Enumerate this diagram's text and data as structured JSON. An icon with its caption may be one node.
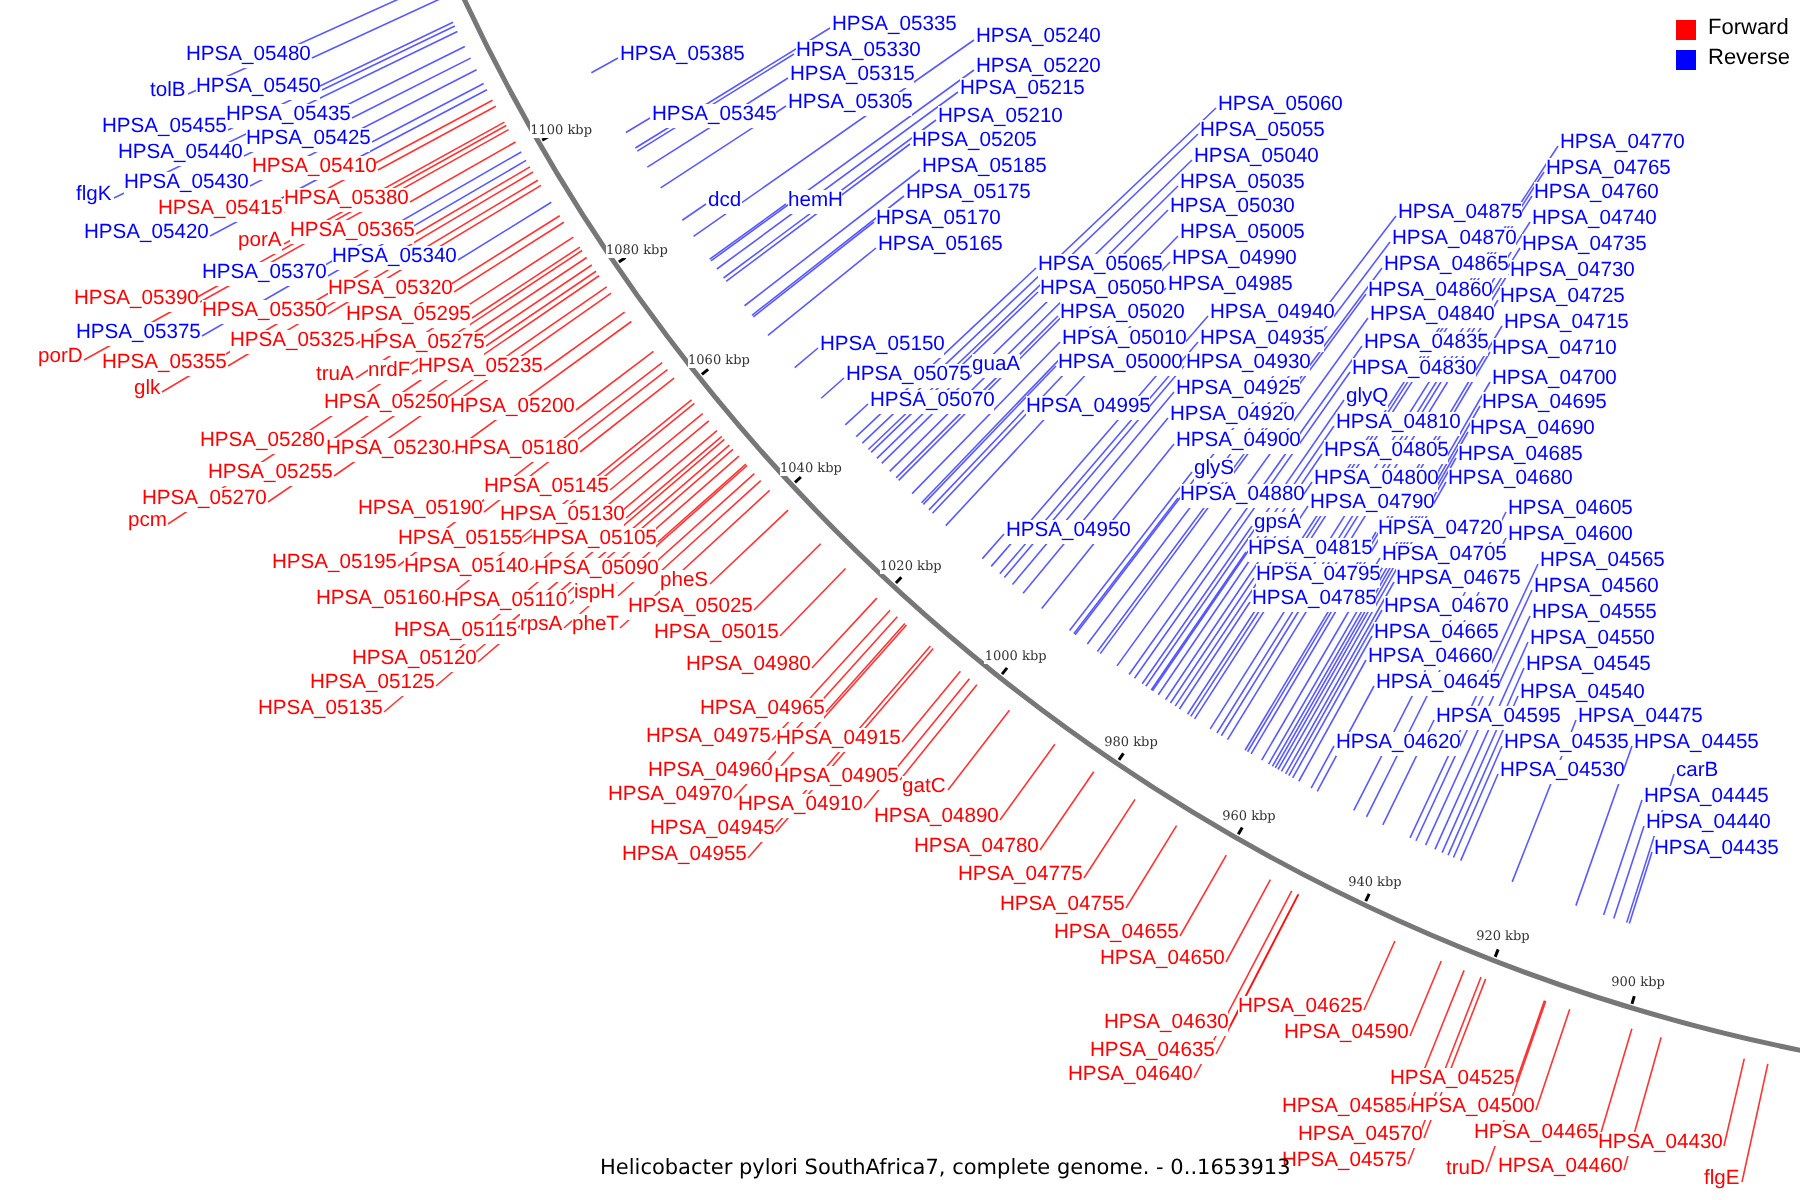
{
  "diagram": {
    "caption": "Helicobacter pylori SouthAfrica7, complete genome. - 0..1653913",
    "nodes": [
      {
        "text": [
          "HPSA_05480"
        ]
      },
      {
        "text": [
          "tolB"
        ]
      },
      {
        "text": [
          "HPSA_05450"
        ]
      },
      {
        "text": [
          "HPSA_05435"
        ]
      },
      {
        "text": [
          "HPSA_05455"
        ]
      },
      {
        "text": [
          "HPSA_05425"
        ]
      },
      {
        "text": [
          "HPSA_05440"
        ]
      },
      {
        "text": [
          "HPSA_05430"
        ]
      },
      {
        "text": [
          "flgK"
        ]
      },
      {
        "text": [
          "HPSA_05420"
        ]
      },
      {
        "text": [
          "HPSA_05370"
        ]
      },
      {
        "text": [
          "HPSA_05340"
        ]
      },
      {
        "text": [
          "HPSA_05375"
        ]
      },
      {
        "text": [
          "HPSA_05410"
        ]
      },
      {
        "text": [
          "HPSA_05415"
        ]
      },
      {
        "text": [
          "HPSA_05380"
        ]
      },
      {
        "text": [
          "porA"
        ]
      },
      {
        "text": [
          "HPSA_05365"
        ]
      },
      {
        "text": [
          "HPSA_05390"
        ]
      },
      {
        "text": [
          "HPSA_05320"
        ]
      },
      {
        "text": [
          "HPSA_05350"
        ]
      },
      {
        "text": [
          "HPSA_05295"
        ]
      },
      {
        "text": [
          "porD"
        ]
      },
      {
        "text": [
          "HPSA_05325"
        ]
      },
      {
        "text": [
          "HPSA_05275"
        ]
      },
      {
        "text": [
          "HPSA_05355"
        ]
      },
      {
        "text": [
          "truA"
        ]
      },
      {
        "text": [
          "nrdF"
        ]
      },
      {
        "text": [
          "HPSA_05235"
        ]
      },
      {
        "text": [
          "glk"
        ]
      },
      {
        "text": [
          "HPSA_05250"
        ]
      },
      {
        "text": [
          "HPSA_05200"
        ]
      },
      {
        "text": [
          "HPSA_05280"
        ]
      },
      {
        "text": [
          "HPSA_05230"
        ]
      },
      {
        "text": [
          "HPSA_05180"
        ]
      },
      {
        "text": [
          "HPSA_05255"
        ]
      },
      {
        "text": [
          "HPSA_05270"
        ]
      },
      {
        "text": [
          "pcm"
        ]
      },
      {
        "text": [
          "HPSA_05145"
        ]
      },
      {
        "text": [
          "HPSA_05190"
        ]
      },
      {
        "text": [
          "HPSA_05130"
        ]
      },
      {
        "text": [
          "HPSA_05155"
        ]
      },
      {
        "text": [
          "HPSA_05105"
        ]
      },
      {
        "text": [
          "HPSA_05195"
        ]
      },
      {
        "text": [
          "HPSA_05140"
        ]
      },
      {
        "text": [
          "HPSA_05090"
        ]
      },
      {
        "text": [
          "ispH"
        ]
      },
      {
        "text": [
          "HPSA_05160"
        ]
      },
      {
        "text": [
          "HPSA_05110"
        ]
      },
      {
        "text": [
          "pheS"
        ]
      },
      {
        "text": [
          "HPSA_05025"
        ]
      },
      {
        "text": [
          "HPSA_05115"
        ]
      },
      {
        "text": [
          "rpsA"
        ]
      },
      {
        "text": [
          "pheT"
        ]
      },
      {
        "text": [
          "HPSA_05015"
        ]
      },
      {
        "text": [
          "HPSA_05120"
        ]
      },
      {
        "text": [
          "HPSA_05125"
        ]
      },
      {
        "text": [
          "HPSA_05135"
        ]
      },
      {
        "text": [
          "HPSA_04980"
        ]
      },
      {
        "text": [
          "HPSA_04965"
        ]
      },
      {
        "text": [
          "HPSA_04975"
        ]
      },
      {
        "text": [
          "HPSA_04915"
        ]
      },
      {
        "text": [
          "HPSA_04960"
        ]
      },
      {
        "text": [
          "HPSA_04905"
        ]
      },
      {
        "text": [
          "HPSA_04970"
        ]
      },
      {
        "text": [
          "HPSA_04910"
        ]
      },
      {
        "text": [
          "HPSA_04945"
        ]
      },
      {
        "text": [
          "gatC"
        ]
      },
      {
        "text": [
          "HPSA_04890"
        ]
      },
      {
        "text": [
          "HPSA_04955"
        ]
      },
      {
        "text": [
          "HPSA_04780"
        ]
      },
      {
        "text": [
          "HPSA_04775"
        ]
      },
      {
        "text": [
          "HPSA_04755"
        ]
      },
      {
        "text": [
          "HPSA_04655"
        ]
      },
      {
        "text": [
          "HPSA_04650"
        ]
      },
      {
        "text": [
          "HPSA_04625"
        ]
      },
      {
        "text": [
          "HPSA_04590"
        ]
      },
      {
        "text": [
          "HPSA_04630"
        ]
      },
      {
        "text": [
          "HPSA_04635"
        ]
      },
      {
        "text": [
          "HPSA_04640"
        ]
      },
      {
        "text": [
          "HPSA_04525"
        ]
      },
      {
        "text": [
          "HPSA_04585"
        ]
      },
      {
        "text": [
          "HPSA_04500"
        ]
      },
      {
        "text": [
          "HPSA_04570"
        ]
      },
      {
        "text": [
          "HPSA_04465"
        ]
      },
      {
        "text": [
          "HPSA_04575"
        ]
      },
      {
        "text": [
          "truD"
        ]
      },
      {
        "text": [
          "HPSA_04460"
        ]
      },
      {
        "text": [
          "HPSA_04430"
        ]
      },
      {
        "text": [
          "flgE"
        ]
      },
      {
        "text": [
          "HPSA_05385"
        ]
      },
      {
        "text": [
          "HPSA_05335"
        ]
      },
      {
        "text": [
          "HPSA_05330"
        ]
      },
      {
        "text": [
          "HPSA_05315"
        ]
      },
      {
        "text": [
          "HPSA_05305"
        ]
      },
      {
        "text": [
          "HPSA_05345"
        ]
      },
      {
        "text": [
          "HPSA_05240"
        ]
      },
      {
        "text": [
          "HPSA_05220"
        ]
      },
      {
        "text": [
          "HPSA_05215"
        ]
      },
      {
        "text": [
          "HPSA_05210"
        ]
      },
      {
        "text": [
          "HPSA_05205"
        ]
      },
      {
        "text": [
          "HPSA_05185"
        ]
      },
      {
        "text": [
          "HPSA_05175"
        ]
      },
      {
        "text": [
          "HPSA_05170"
        ]
      },
      {
        "text": [
          "HPSA_05165"
        ]
      },
      {
        "text": [
          "dcd"
        ]
      },
      {
        "text": [
          "hemH"
        ]
      },
      {
        "text": [
          "HPSA_05150"
        ]
      },
      {
        "text": [
          "HPSA_05075"
        ]
      },
      {
        "text": [
          "guaA"
        ]
      },
      {
        "text": [
          "HPSA_05070"
        ]
      },
      {
        "text": [
          "HPSA_05065"
        ]
      },
      {
        "text": [
          "HPSA_05050"
        ]
      },
      {
        "text": [
          "HPSA_05020"
        ]
      },
      {
        "text": [
          "HPSA_05010"
        ]
      },
      {
        "text": [
          "HPSA_05000"
        ]
      },
      {
        "text": [
          "HPSA_04995"
        ]
      },
      {
        "text": [
          "HPSA_04950"
        ]
      },
      {
        "text": [
          "HPSA_05060"
        ]
      },
      {
        "text": [
          "HPSA_05055"
        ]
      },
      {
        "text": [
          "HPSA_05040"
        ]
      },
      {
        "text": [
          "HPSA_05035"
        ]
      },
      {
        "text": [
          "HPSA_05030"
        ]
      },
      {
        "text": [
          "HPSA_05005"
        ]
      },
      {
        "text": [
          "HPSA_04990"
        ]
      },
      {
        "text": [
          "HPSA_04985"
        ]
      },
      {
        "text": [
          "HPSA_04940"
        ]
      },
      {
        "text": [
          "HPSA_04935"
        ]
      },
      {
        "text": [
          "HPSA_04930"
        ]
      },
      {
        "text": [
          "HPSA_04925"
        ]
      },
      {
        "text": [
          "HPSA_04920"
        ]
      },
      {
        "text": [
          "HPSA_04900"
        ]
      },
      {
        "text": [
          "glyS"
        ]
      },
      {
        "text": [
          "HPSA_04880"
        ]
      },
      {
        "text": [
          "gpsA"
        ]
      },
      {
        "text": [
          "HPSA_04815"
        ]
      },
      {
        "text": [
          "HPSA_04795"
        ]
      },
      {
        "text": [
          "HPSA_04785"
        ]
      },
      {
        "text": [
          "HPSA_04875"
        ]
      },
      {
        "text": [
          "HPSA_04870"
        ]
      },
      {
        "text": [
          "HPSA_04865"
        ]
      },
      {
        "text": [
          "HPSA_04860"
        ]
      },
      {
        "text": [
          "HPSA_04840"
        ]
      },
      {
        "text": [
          "HPSA_04835"
        ]
      },
      {
        "text": [
          "HPSA_04830"
        ]
      },
      {
        "text": [
          "glyQ"
        ]
      },
      {
        "text": [
          "HPSA_04810"
        ]
      },
      {
        "text": [
          "HPSA_04805"
        ]
      },
      {
        "text": [
          "HPSA_04800"
        ]
      },
      {
        "text": [
          "HPSA_04790"
        ]
      },
      {
        "text": [
          "HPSA_04720"
        ]
      },
      {
        "text": [
          "HPSA_04705"
        ]
      },
      {
        "text": [
          "HPSA_04675"
        ]
      },
      {
        "text": [
          "HPSA_04670"
        ]
      },
      {
        "text": [
          "HPSA_04665"
        ]
      },
      {
        "text": [
          "HPSA_04660"
        ]
      },
      {
        "text": [
          "HPSA_04645"
        ]
      },
      {
        "text": [
          "HPSA_04770"
        ]
      },
      {
        "text": [
          "HPSA_04765"
        ]
      },
      {
        "text": [
          "HPSA_04760"
        ]
      },
      {
        "text": [
          "HPSA_04740"
        ]
      },
      {
        "text": [
          "HPSA_04735"
        ]
      },
      {
        "text": [
          "HPSA_04730"
        ]
      },
      {
        "text": [
          "HPSA_04725"
        ]
      },
      {
        "text": [
          "HPSA_04715"
        ]
      },
      {
        "text": [
          "HPSA_04710"
        ]
      },
      {
        "text": [
          "HPSA_04700"
        ]
      },
      {
        "text": [
          "HPSA_04695"
        ]
      },
      {
        "text": [
          "HPSA_04690"
        ]
      },
      {
        "text": [
          "HPSA_04685"
        ]
      },
      {
        "text": [
          "HPSA_04680"
        ]
      },
      {
        "text": [
          "HPSA_04605"
        ]
      },
      {
        "text": [
          "HPSA_04600"
        ]
      },
      {
        "text": [
          "HPSA_04565"
        ]
      },
      {
        "text": [
          "HPSA_04560"
        ]
      },
      {
        "text": [
          "HPSA_04555"
        ]
      },
      {
        "text": [
          "HPSA_04550"
        ]
      },
      {
        "text": [
          "HPSA_04545"
        ]
      },
      {
        "text": [
          "HPSA_04540"
        ]
      },
      {
        "text": [
          "HPSA_04595"
        ]
      },
      {
        "text": [
          "HPSA_04475"
        ]
      },
      {
        "text": [
          "HPSA_04535"
        ]
      },
      {
        "text": [
          "HPSA_04455"
        ]
      },
      {
        "text": [
          "HPSA_04530"
        ]
      },
      {
        "text": [
          "carB"
        ]
      },
      {
        "text": [
          "HPSA_04445"
        ]
      },
      {
        "text": [
          "HPSA_04440"
        ]
      },
      {
        "text": [
          "HPSA_04435"
        ]
      },
      {
        "text": [
          "HPSA_04620"
        ]
      }
    ],
    "edges": [
      {
        "from": 0,
        "to": null,
        "arrow": "none"
      },
      {
        "from": 1,
        "to": null,
        "arrow": "none"
      },
      {
        "from": 2,
        "to": null,
        "arrow": "none"
      },
      {
        "from": 3,
        "to": null,
        "arrow": "none"
      },
      {
        "from": 4,
        "to": null,
        "arrow": "none"
      },
      {
        "from": 5,
        "to": null,
        "arrow": "none"
      },
      {
        "from": 6,
        "to": null,
        "arrow": "none"
      },
      {
        "from": 7,
        "to": null,
        "arrow": "none"
      },
      {
        "from": 8,
        "to": null,
        "arrow": "none"
      },
      {
        "from": 9,
        "to": null,
        "arrow": "none"
      },
      {
        "from": 10,
        "to": null,
        "arrow": "none"
      },
      {
        "from": 11,
        "to": null,
        "arrow": "none"
      },
      {
        "from": 12,
        "to": null,
        "arrow": "none"
      },
      {
        "from": 13,
        "to": null,
        "arrow": "none",
        "color": "#ff0000"
      },
      {
        "from": 14,
        "to": null,
        "arrow": "none",
        "color": "#ff0000"
      },
      {
        "from": 15,
        "to": null,
        "arrow": "none",
        "color": "#ff0000"
      },
      {
        "from": 16,
        "to": null,
        "arrow": "none",
        "color": "#ff0000"
      },
      {
        "from": 17,
        "to": null,
        "arrow": "none",
        "color": "#ff0000"
      },
      {
        "from": 18,
        "to": null,
        "arrow": "none",
        "color": "#ff0000"
      },
      {
        "from": 19,
        "to": null,
        "arrow": "none",
        "color": "#ff0000"
      },
      {
        "from": 20,
        "to": null,
        "arrow": "none",
        "color": "#ff0000"
      },
      {
        "from": 21,
        "to": null,
        "arrow": "none",
        "color": "#ff0000"
      },
      {
        "from": 22,
        "to": null,
        "arrow": "none",
        "color": "#ff0000"
      },
      {
        "from": 23,
        "to": null,
        "arrow": "none",
        "color": "#ff0000"
      },
      {
        "from": 24,
        "to": null,
        "arrow": "none",
        "color": "#ff0000"
      },
      {
        "from": 25,
        "to": null,
        "arrow": "none",
        "color": "#ff0000"
      },
      {
        "from": 26,
        "to": null,
        "arrow": "none",
        "color": "#ff0000"
      },
      {
        "from": 27,
        "to": null,
        "arrow": "none",
        "color": "#ff0000"
      },
      {
        "from": 28,
        "to": null,
        "arrow": "none",
        "color": "#ff0000"
      },
      {
        "from": 29,
        "to": null,
        "arrow": "none",
        "color": "#ff0000"
      },
      {
        "from": 30,
        "to": null,
        "arrow": "none",
        "color": "#ff0000"
      },
      {
        "from": 31,
        "to": null,
        "arrow": "none",
        "color": "#ff0000"
      },
      {
        "from": 32,
        "to": null,
        "arrow": "none",
        "color": "#ff0000"
      },
      {
        "from": 33,
        "to": null,
        "arrow": "none",
        "color": "#ff0000"
      },
      {
        "from": 34,
        "to": null,
        "arrow": "none",
        "color": "#ff0000"
      },
      {
        "from": 35,
        "to": null,
        "arrow": "none",
        "color": "#ff0000"
      },
      {
        "from": 36,
        "to": null,
        "arrow": "none",
        "color": "#ff0000"
      },
      {
        "from": 37,
        "to": null,
        "arrow": "none",
        "color": "#ff0000"
      },
      {
        "from": 38,
        "to": null,
        "arrow": "none",
        "color": "#ff0000"
      },
      {
        "from": 39,
        "to": null,
        "arrow": "none",
        "color": "#ff0000"
      },
      {
        "from": 40,
        "to": null,
        "arrow": "none",
        "color": "#ff0000"
      },
      {
        "from": 41,
        "to": null,
        "arrow": "none",
        "color": "#ff0000"
      },
      {
        "from": 42,
        "to": null,
        "arrow": "none",
        "color": "#ff0000"
      },
      {
        "from": 43,
        "to": null,
        "arrow": "none",
        "color": "#ff0000"
      },
      {
        "from": 44,
        "to": null,
        "arrow": "none",
        "color": "#ff0000"
      },
      {
        "from": 45,
        "to": null,
        "arrow": "none",
        "color": "#ff0000"
      },
      {
        "from": 46,
        "to": null,
        "arrow": "none",
        "color": "#ff0000"
      },
      {
        "from": 47,
        "to": null,
        "arrow": "none",
        "color": "#ff0000"
      },
      {
        "from": 48,
        "to": null,
        "arrow": "none",
        "color": "#ff0000"
      },
      {
        "from": 49,
        "to": null,
        "arrow": "none",
        "color": "#ff0000"
      },
      {
        "from": 50,
        "to": null,
        "arrow": "none",
        "color": "#ff0000"
      },
      {
        "from": 51,
        "to": null,
        "arrow": "none",
        "color": "#ff0000"
      },
      {
        "from": 52,
        "to": null,
        "arrow": "none",
        "color": "#ff0000"
      },
      {
        "from": 53,
        "to": null,
        "arrow": "none",
        "color": "#ff0000"
      },
      {
        "from": 54,
        "to": null,
        "arrow": "none",
        "color": "#ff0000"
      },
      {
        "from": 55,
        "to": null,
        "arrow": "none",
        "color": "#ff0000"
      },
      {
        "from": 56,
        "to": null,
        "arrow": "none",
        "color": "#ff0000"
      },
      {
        "from": 57,
        "to": null,
        "arrow": "none",
        "color": "#ff0000"
      },
      {
        "from": 58,
        "to": null,
        "arrow": "none",
        "color": "#ff0000"
      },
      {
        "from": 59,
        "to": null,
        "arrow": "none",
        "color": "#ff0000"
      },
      {
        "from": 60,
        "to": null,
        "arrow": "none",
        "color": "#ff0000"
      },
      {
        "from": 61,
        "to": null,
        "arrow": "none",
        "color": "#ff0000"
      },
      {
        "from": 62,
        "to": null,
        "arrow": "none",
        "color": "#ff0000"
      },
      {
        "from": 63,
        "to": null,
        "arrow": "none",
        "color": "#ff0000"
      },
      {
        "from": 64,
        "to": null,
        "arrow": "none",
        "color": "#ff0000"
      },
      {
        "from": 65,
        "to": null,
        "arrow": "none",
        "color": "#ff0000"
      },
      {
        "from": 66,
        "to": null,
        "arrow": "none",
        "color": "#ff0000"
      },
      {
        "from": 67,
        "to": null,
        "arrow": "none",
        "color": "#ff0000"
      },
      {
        "from": 68,
        "to": null,
        "arrow": "none",
        "color": "#ff0000"
      },
      {
        "from": 69,
        "to": null,
        "arrow": "none",
        "color": "#ff0000"
      },
      {
        "from": 70,
        "to": null,
        "arrow": "none",
        "color": "#ff0000"
      },
      {
        "from": 71,
        "to": null,
        "arrow": "none",
        "color": "#ff0000"
      },
      {
        "from": 72,
        "to": null,
        "arrow": "none",
        "color": "#ff0000"
      },
      {
        "from": 73,
        "to": null,
        "arrow": "none",
        "color": "#ff0000"
      },
      {
        "from": 74,
        "to": null,
        "arrow": "none",
        "color": "#ff0000"
      },
      {
        "from": 75,
        "to": null,
        "arrow": "none",
        "color": "#ff0000"
      },
      {
        "from": 76,
        "to": null,
        "arrow": "none",
        "color": "#ff0000"
      },
      {
        "from": 77,
        "to": null,
        "arrow": "none",
        "color": "#ff0000"
      },
      {
        "from": 78,
        "to": null,
        "arrow": "none",
        "color": "#ff0000"
      },
      {
        "from": 79,
        "to": null,
        "arrow": "none",
        "color": "#ff0000"
      },
      {
        "from": 80,
        "to": null,
        "arrow": "none",
        "color": "#ff0000"
      },
      {
        "from": 81,
        "to": null,
        "arrow": "none",
        "color": "#ff0000"
      },
      {
        "from": 82,
        "to": null,
        "arrow": "none",
        "color": "#ff0000"
      },
      {
        "from": 83,
        "to": null,
        "arrow": "none",
        "color": "#ff0000"
      },
      {
        "from": 84,
        "to": null,
        "arrow": "none",
        "color": "#ff0000"
      },
      {
        "from": 85,
        "to": null,
        "arrow": "none",
        "color": "#ff0000"
      },
      {
        "from": 86,
        "to": null,
        "arrow": "none",
        "color": "#ff0000"
      },
      {
        "from": 87,
        "to": null,
        "arrow": "none",
        "color": "#ff0000"
      },
      {
        "from": 88,
        "to": null,
        "arrow": "none",
        "color": "#ff0000"
      },
      {
        "from": 89,
        "to": null,
        "arrow": "none",
        "color": "#ff0000"
      },
      {
        "from": 90,
        "to": null,
        "arrow": "none"
      },
      {
        "from": 91,
        "to": null,
        "arrow": "none"
      },
      {
        "from": 92,
        "to": null,
        "arrow": "none"
      },
      {
        "from": 93,
        "to": null,
        "arrow": "none"
      },
      {
        "from": 94,
        "to": null,
        "arrow": "none"
      },
      {
        "from": 95,
        "to": null,
        "arrow": "none"
      },
      {
        "from": 96,
        "to": null,
        "arrow": "none"
      },
      {
        "from": 97,
        "to": null,
        "arrow": "none"
      },
      {
        "from": 98,
        "to": null,
        "arrow": "none"
      },
      {
        "from": 99,
        "to": null,
        "arrow": "none"
      },
      {
        "from": 100,
        "to": null,
        "arrow": "none"
      },
      {
        "from": 101,
        "to": null,
        "arrow": "none"
      },
      {
        "from": 102,
        "to": null,
        "arrow": "none"
      },
      {
        "from": 103,
        "to": null,
        "arrow": "none"
      },
      {
        "from": 104,
        "to": null,
        "arrow": "none"
      },
      {
        "from": 105,
        "to": null,
        "arrow": "none"
      },
      {
        "from": 106,
        "to": null,
        "arrow": "none"
      },
      {
        "from": 107,
        "to": null,
        "arrow": "none"
      },
      {
        "from": 108,
        "to": null,
        "arrow": "none"
      },
      {
        "from": 109,
        "to": null,
        "arrow": "none"
      },
      {
        "from": 110,
        "to": null,
        "arrow": "none"
      },
      {
        "from": 111,
        "to": null,
        "arrow": "none"
      },
      {
        "from": 112,
        "to": null,
        "arrow": "none"
      },
      {
        "from": 113,
        "to": null,
        "arrow": "none"
      },
      {
        "from": 114,
        "to": null,
        "arrow": "none"
      },
      {
        "from": 115,
        "to": null,
        "arrow": "none"
      },
      {
        "from": 116,
        "to": null,
        "arrow": "none"
      },
      {
        "from": 117,
        "to": null,
        "arrow": "none"
      },
      {
        "from": 118,
        "to": null,
        "arrow": "none"
      },
      {
        "from": 119,
        "to": null,
        "arrow": "none"
      },
      {
        "from": 120,
        "to": null,
        "arrow": "none"
      },
      {
        "from": 121,
        "to": null,
        "arrow": "none"
      },
      {
        "from": 122,
        "to": null,
        "arrow": "none"
      },
      {
        "from": 123,
        "to": null,
        "arrow": "none"
      },
      {
        "from": 124,
        "to": null,
        "arrow": "none"
      },
      {
        "from": 125,
        "to": null,
        "arrow": "none"
      },
      {
        "from": 126,
        "to": null,
        "arrow": "none"
      },
      {
        "from": 127,
        "to": null,
        "arrow": "none"
      },
      {
        "from": 128,
        "to": null,
        "arrow": "none"
      },
      {
        "from": 129,
        "to": null,
        "arrow": "none"
      },
      {
        "from": 130,
        "to": null,
        "arrow": "none"
      },
      {
        "from": 131,
        "to": null,
        "arrow": "none"
      },
      {
        "from": 132,
        "to": null,
        "arrow": "none"
      },
      {
        "from": 133,
        "to": null,
        "arrow": "none"
      },
      {
        "from": 134,
        "to": null,
        "arrow": "none"
      },
      {
        "from": 135,
        "to": null,
        "arrow": "none"
      },
      {
        "from": 136,
        "to": null,
        "arrow": "none"
      },
      {
        "from": 137,
        "to": null,
        "arrow": "none"
      },
      {
        "from": 138,
        "to": null,
        "arrow": "none"
      },
      {
        "from": 139,
        "to": null,
        "arrow": "none"
      },
      {
        "from": 140,
        "to": null,
        "arrow": "none"
      },
      {
        "from": 141,
        "to": null,
        "arrow": "none"
      },
      {
        "from": 142,
        "to": null,
        "arrow": "none"
      },
      {
        "from": 143,
        "to": null,
        "arrow": "none"
      },
      {
        "from": 144,
        "to": null,
        "arrow": "none"
      },
      {
        "from": 145,
        "to": null,
        "arrow": "none"
      },
      {
        "from": 146,
        "to": null,
        "arrow": "none"
      },
      {
        "from": 147,
        "to": null,
        "arrow": "none"
      },
      {
        "from": 148,
        "to": null,
        "arrow": "none"
      },
      {
        "from": 149,
        "to": null,
        "arrow": "none"
      },
      {
        "from": 150,
        "to": null,
        "arrow": "none"
      },
      {
        "from": 151,
        "to": null,
        "arrow": "none"
      },
      {
        "from": 152,
        "to": null,
        "arrow": "none"
      },
      {
        "from": 153,
        "to": null,
        "arrow": "none"
      },
      {
        "from": 154,
        "to": null,
        "arrow": "none"
      },
      {
        "from": 155,
        "to": null,
        "arrow": "none"
      },
      {
        "from": 156,
        "to": null,
        "arrow": "none"
      },
      {
        "from": 157,
        "to": null,
        "arrow": "none"
      },
      {
        "from": 158,
        "to": null,
        "arrow": "none"
      },
      {
        "from": 159,
        "to": null,
        "arrow": "none"
      },
      {
        "from": 160,
        "to": null,
        "arrow": "none"
      },
      {
        "from": 161,
        "to": null,
        "arrow": "none"
      },
      {
        "from": 162,
        "to": null,
        "arrow": "none"
      },
      {
        "from": 163,
        "to": null,
        "arrow": "none"
      },
      {
        "from": 164,
        "to": null,
        "arrow": "none"
      },
      {
        "from": 165,
        "to": null,
        "arrow": "none"
      },
      {
        "from": 166,
        "to": null,
        "arrow": "none"
      },
      {
        "from": 167,
        "to": null,
        "arrow": "none"
      },
      {
        "from": 168,
        "to": null,
        "arrow": "none"
      },
      {
        "from": 169,
        "to": null,
        "arrow": "none"
      },
      {
        "from": 170,
        "to": null,
        "arrow": "none"
      },
      {
        "from": 171,
        "to": null,
        "arrow": "none"
      },
      {
        "from": 172,
        "to": null,
        "arrow": "none"
      },
      {
        "from": 173,
        "to": null,
        "arrow": "none"
      },
      {
        "from": 174,
        "to": null,
        "arrow": "none"
      },
      {
        "from": 175,
        "to": null,
        "arrow": "none"
      },
      {
        "from": 176,
        "to": null,
        "arrow": "none"
      },
      {
        "from": 177,
        "to": null,
        "arrow": "none"
      },
      {
        "from": 178,
        "to": null,
        "arrow": "none"
      },
      {
        "from": 179,
        "to": null,
        "arrow": "none"
      },
      {
        "from": 180,
        "to": null,
        "arrow": "none"
      },
      {
        "from": 181,
        "to": null,
        "arrow": "none"
      },
      {
        "from": 182,
        "to": null,
        "arrow": "none"
      },
      {
        "from": 183,
        "to": null,
        "arrow": "none"
      },
      {
        "from": 184,
        "to": null,
        "arrow": "none"
      },
      {
        "from": 185,
        "to": null,
        "arrow": "none"
      },
      {
        "from": 186,
        "to": null,
        "arrow": "none"
      },
      {
        "from": 187,
        "to": null,
        "arrow": "none"
      },
      {
        "from": 188,
        "to": null,
        "arrow": "none"
      }
    ],
    "labels": [
      "1100 kbp",
      "1080 kbp",
      "1060 kbp",
      "1040 kbp",
      "1020 kbp",
      "1000 kbp",
      "980 kbp",
      "960 kbp",
      "940 kbp",
      "920 kbp",
      "900 kbp"
    ],
    "legend": [
      {
        "text": "Forward",
        "color": "#ff0000"
      },
      {
        "text": "Reverse",
        "color": "#0000ff"
      }
    ]
  }
}
